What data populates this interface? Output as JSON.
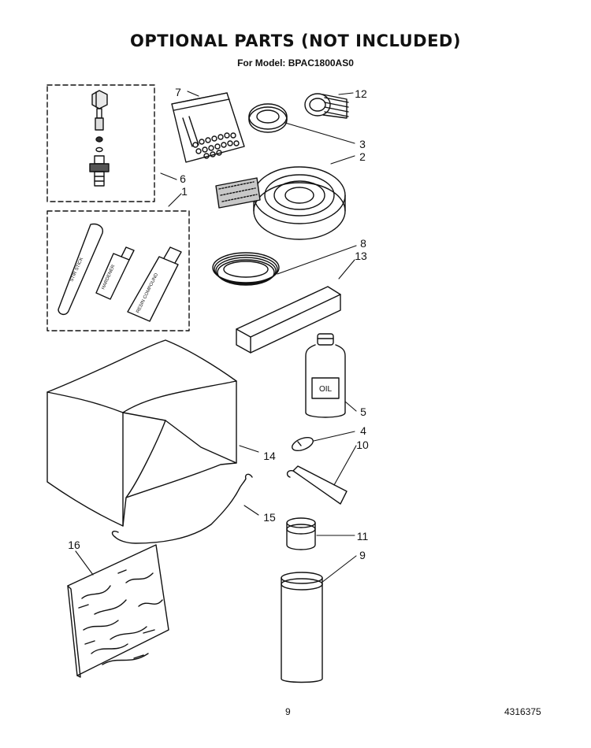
{
  "header": {
    "title": "OPTIONAL PARTS (NOT INCLUDED)",
    "subtitle": "For Model: BPAC1800AS0"
  },
  "diagram": {
    "callouts": [
      "1",
      "2",
      "3",
      "4",
      "5",
      "6",
      "7",
      "8",
      "9",
      "10",
      "11",
      "12",
      "13",
      "14",
      "15",
      "16"
    ],
    "item_labels": {
      "stir_stick": "STIR STICK",
      "hardener": "HARDENER",
      "resin": "RESIN COMPOUND",
      "oil": "OIL"
    }
  },
  "footer": {
    "page_number": "9",
    "doc_number": "4316375"
  }
}
